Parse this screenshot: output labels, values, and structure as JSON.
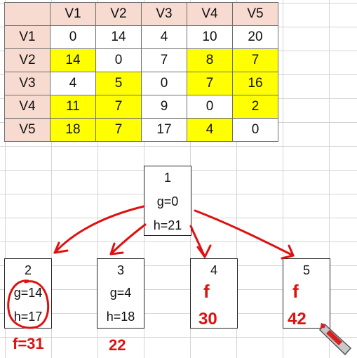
{
  "matrix": {
    "col_headers": [
      "V1",
      "V2",
      "V3",
      "V4",
      "V5"
    ],
    "rows": [
      {
        "label": "V1",
        "cells": [
          "0",
          "14",
          "4",
          "10",
          "20"
        ],
        "highlight": [
          false,
          false,
          false,
          false,
          false
        ]
      },
      {
        "label": "V2",
        "cells": [
          "14",
          "0",
          "7",
          "8",
          "7"
        ],
        "highlight": [
          true,
          false,
          false,
          true,
          true
        ]
      },
      {
        "label": "V3",
        "cells": [
          "4",
          "5",
          "0",
          "7",
          "16"
        ],
        "highlight": [
          false,
          true,
          false,
          true,
          true
        ]
      },
      {
        "label": "V4",
        "cells": [
          "11",
          "7",
          "9",
          "0",
          "2"
        ],
        "highlight": [
          true,
          true,
          false,
          false,
          true
        ]
      },
      {
        "label": "V5",
        "cells": [
          "18",
          "7",
          "17",
          "4",
          "0"
        ],
        "highlight": [
          true,
          true,
          false,
          true,
          false
        ]
      }
    ],
    "highlight_color": "#ffff00",
    "header_color": "#f7dbd0"
  },
  "tree": {
    "root": {
      "id": "1",
      "g": "g=0",
      "h": "h=21"
    },
    "children": [
      {
        "id": "2",
        "line2": "g=14",
        "line3": "h=17"
      },
      {
        "id": "3",
        "line2": "g=4",
        "line3": "h=18"
      },
      {
        "id": "4",
        "line2": "",
        "line3": ""
      },
      {
        "id": "5",
        "line2": "",
        "line3": ""
      }
    ]
  },
  "annotations": {
    "ink_color": "#e01010",
    "node2_f": "f=31",
    "node3_f": "22",
    "node4_f_label": "f",
    "node4_f_value": "30",
    "node5_f_label": "f",
    "node5_f_value": "42"
  }
}
